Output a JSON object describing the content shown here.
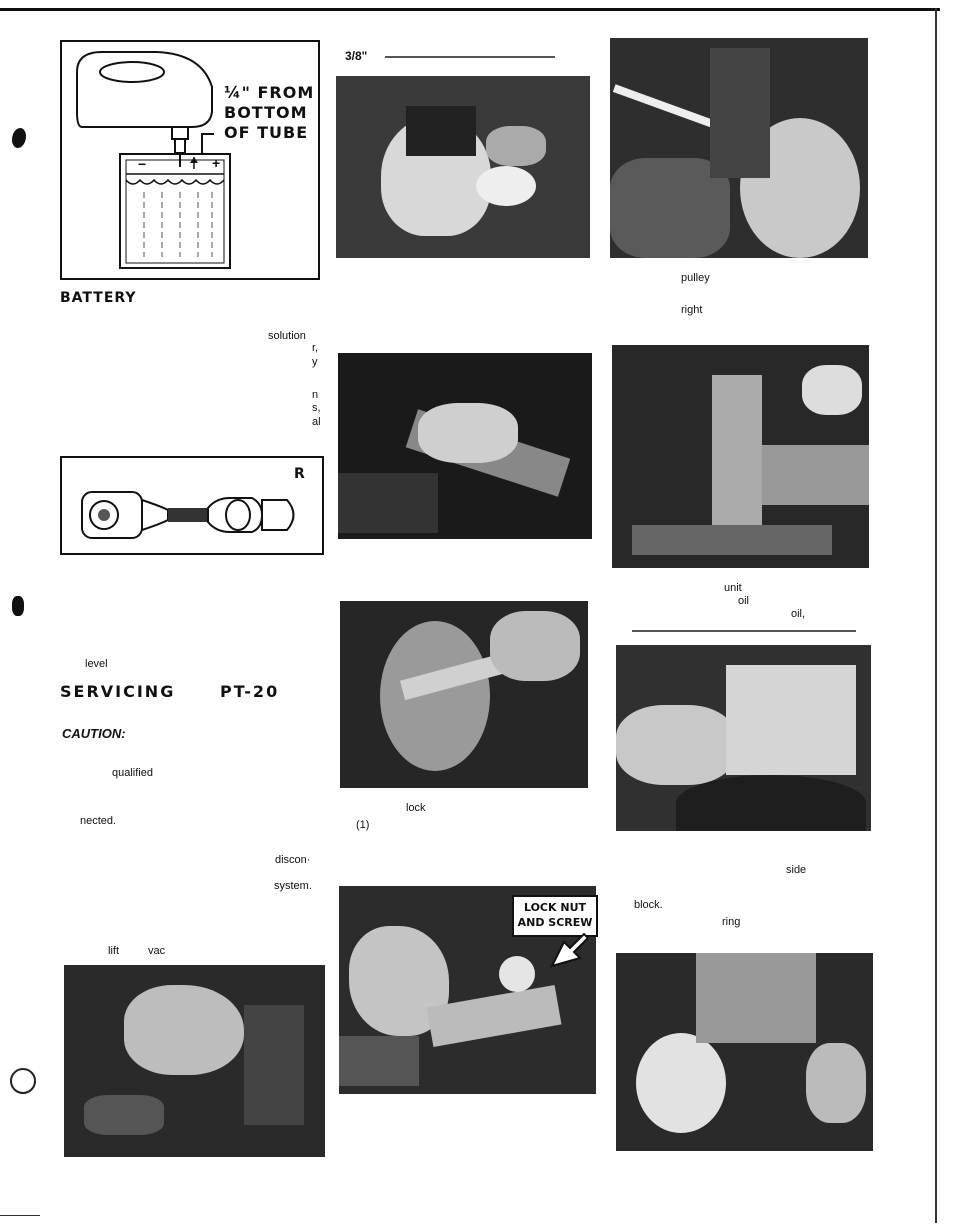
{
  "top_caption": "3/8\"",
  "battery_diagram": {
    "label_line1": "¼\" FROM",
    "label_line2": "BOTTOM",
    "label_line3": "OF TUBE",
    "minus_sign": "−",
    "plus_sign": "+"
  },
  "battery_heading": "BATTERY",
  "left_fragments": [
    "solution",
    "r,",
    "y",
    "n",
    "s,",
    "al"
  ],
  "terminal_box_letter": "R",
  "level_word": "level",
  "servicing_heading": "SERVICING",
  "model": "PT-20",
  "caution": "CAUTION:",
  "qualified_word": "qualified",
  "nected_word": "nected.",
  "discon_word": "discon·",
  "system_word": "system.",
  "lift_word": "lift",
  "vac_word": "vac",
  "middle_captions": {
    "lock": "lock",
    "one": "(1)"
  },
  "lock_callout": {
    "line1": "LOCK NUT",
    "line2": "AND SCREW"
  },
  "right_captions": {
    "pulley": "pulley",
    "right": "right",
    "unit": "unit",
    "oil": "oil",
    "oil2": "oil,",
    "side": "side",
    "block": "block.",
    "ring": "ring"
  }
}
